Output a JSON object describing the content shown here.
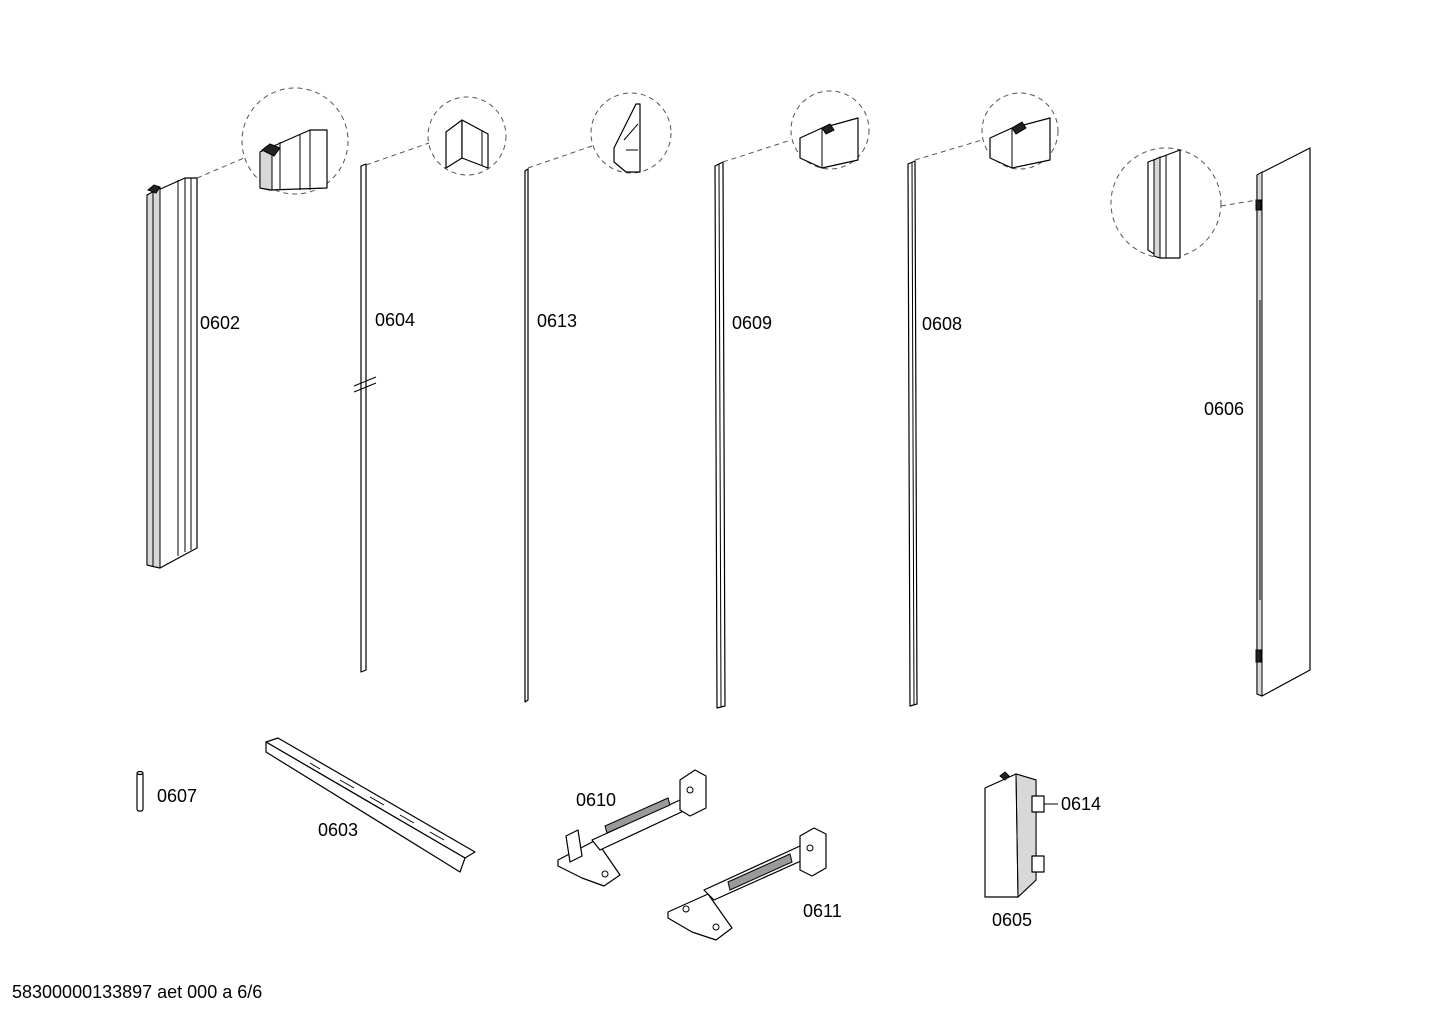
{
  "parts": [
    {
      "id": "p0602",
      "label": "0602"
    },
    {
      "id": "p0604",
      "label": "0604"
    },
    {
      "id": "p0613",
      "label": "0613"
    },
    {
      "id": "p0609",
      "label": "0609"
    },
    {
      "id": "p0608",
      "label": "0608"
    },
    {
      "id": "p0606",
      "label": "0606"
    },
    {
      "id": "p0607",
      "label": "0607"
    },
    {
      "id": "p0603",
      "label": "0603"
    },
    {
      "id": "p0610",
      "label": "0610"
    },
    {
      "id": "p0611",
      "label": "0611"
    },
    {
      "id": "p0614",
      "label": "0614"
    },
    {
      "id": "p0605",
      "label": "0605"
    }
  ],
  "footer": "58300000133897 aet 000 a 6/6"
}
